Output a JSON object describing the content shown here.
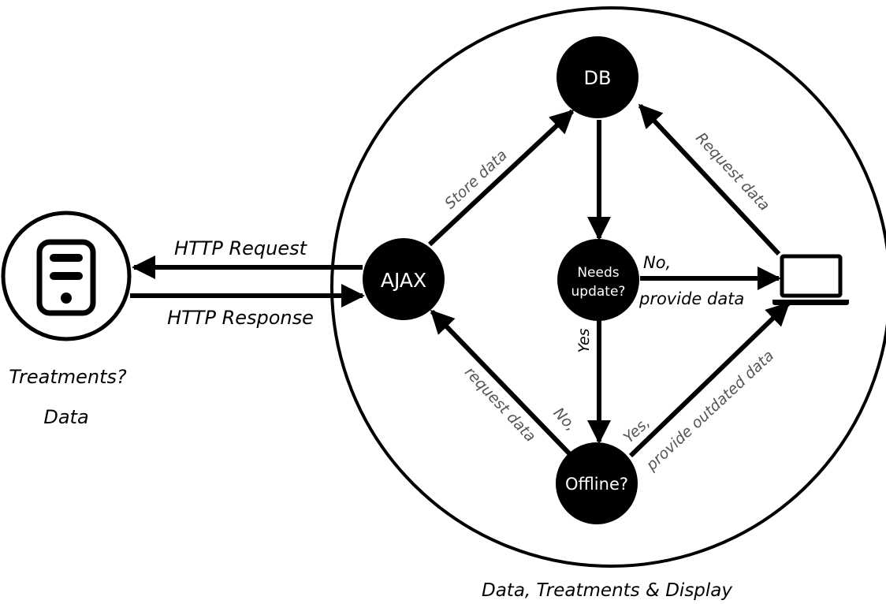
{
  "colors": {
    "ink": "#000000",
    "paper": "#ffffff",
    "muted": "#555555"
  },
  "nodes": {
    "db": "DB",
    "ajax": "AJAX",
    "needs_update_line1": "Needs",
    "needs_update_line2": "update?",
    "offline": "Offline?"
  },
  "edges": {
    "http_request": "HTTP Request",
    "http_response": "HTTP Response",
    "store_data": "Store data",
    "request_data": "Request data",
    "no_provide_line1": "No,",
    "no_provide_line2": "provide data",
    "yes": "Yes",
    "no_request_line1": "No,",
    "no_request_line2": "request data",
    "yes_outdated_line1": "Yes,",
    "yes_outdated_line2": "provide outdated data"
  },
  "server": {
    "caption_line1": "Treatments?",
    "caption_line2": "Data",
    "icon": "server-icon"
  },
  "client": {
    "caption": "Data, Treatments & Display",
    "icon": "laptop-icon"
  }
}
